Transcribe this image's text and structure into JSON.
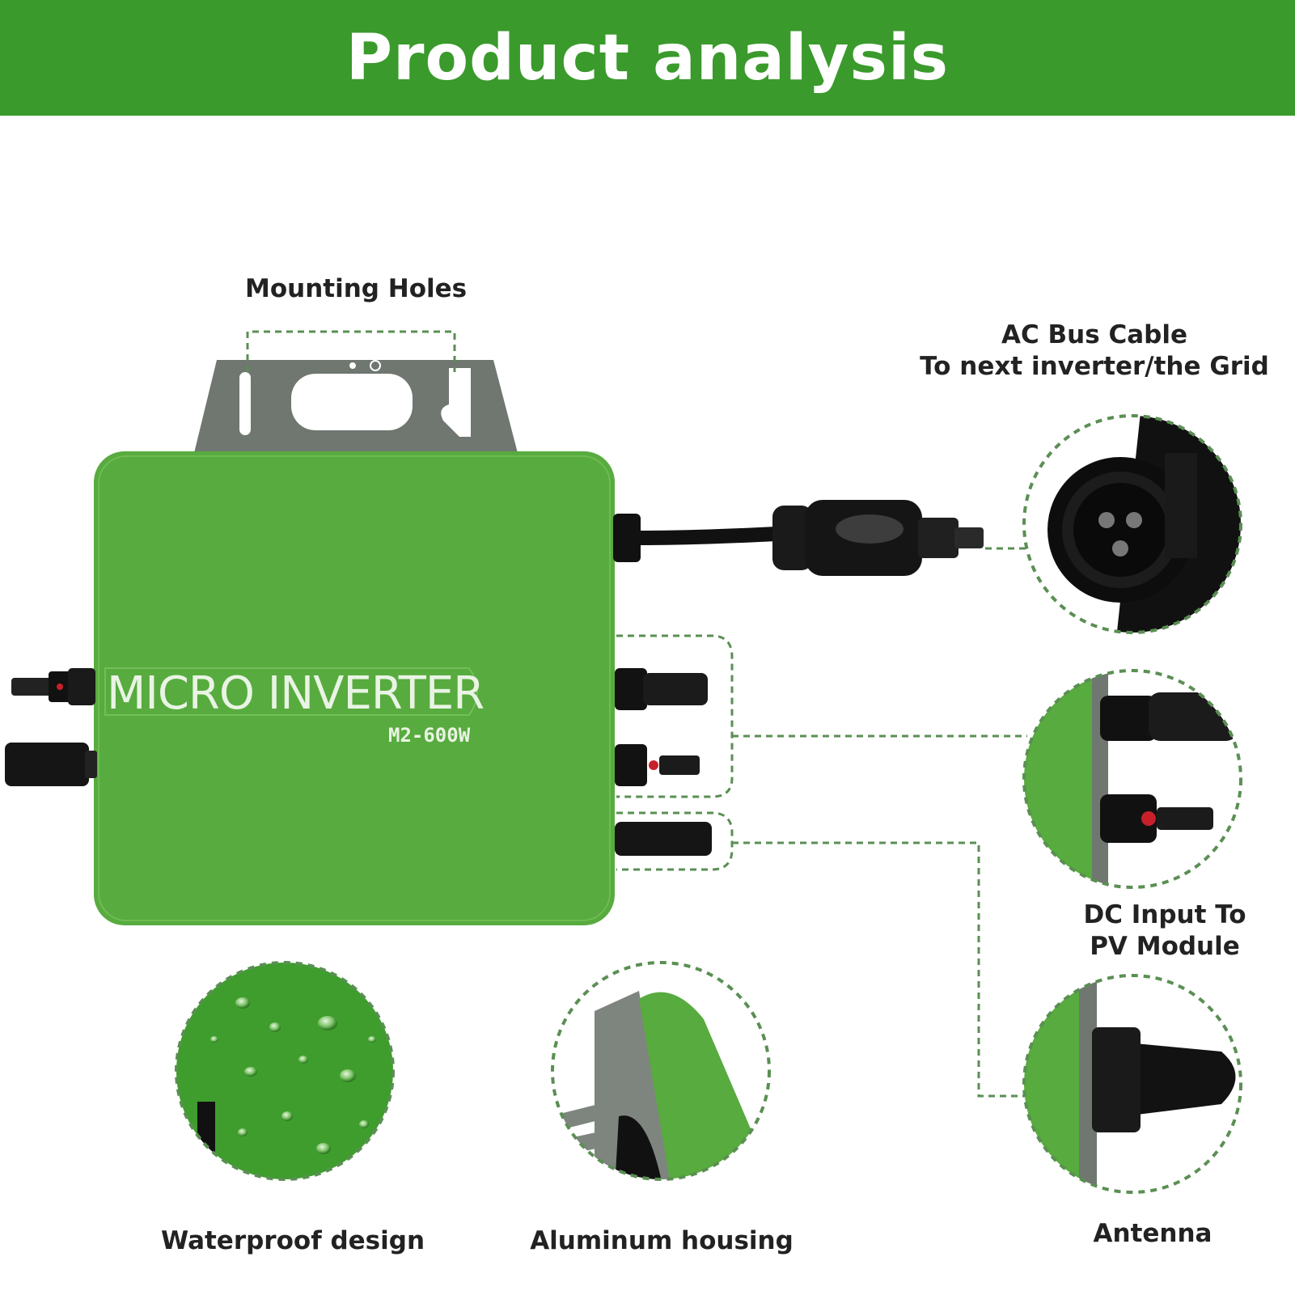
{
  "header": {
    "title": "Product analysis"
  },
  "device": {
    "name": "MICRO INVERTER",
    "model": "M2-600W"
  },
  "labels": {
    "mounting_holes": "Mounting Holes",
    "ac_bus_line1": "AC Bus Cable",
    "ac_bus_line2": "To next inverter/the Grid",
    "dc_input_line1": "DC Input To",
    "dc_input_line2": "PV Module",
    "antenna": "Antenna",
    "waterproof": "Waterproof design",
    "aluminum": "Aluminum housing"
  },
  "colors": {
    "banner": "#3a9a2c",
    "housing": "#58ab3e",
    "bracket": "#6f7770",
    "dashed_line": "#5a8f53",
    "text": "#222222"
  },
  "icons": [
    "ac-connector-icon",
    "dc-connector-icon",
    "antenna-icon",
    "waterproof-icon",
    "housing-icon"
  ]
}
